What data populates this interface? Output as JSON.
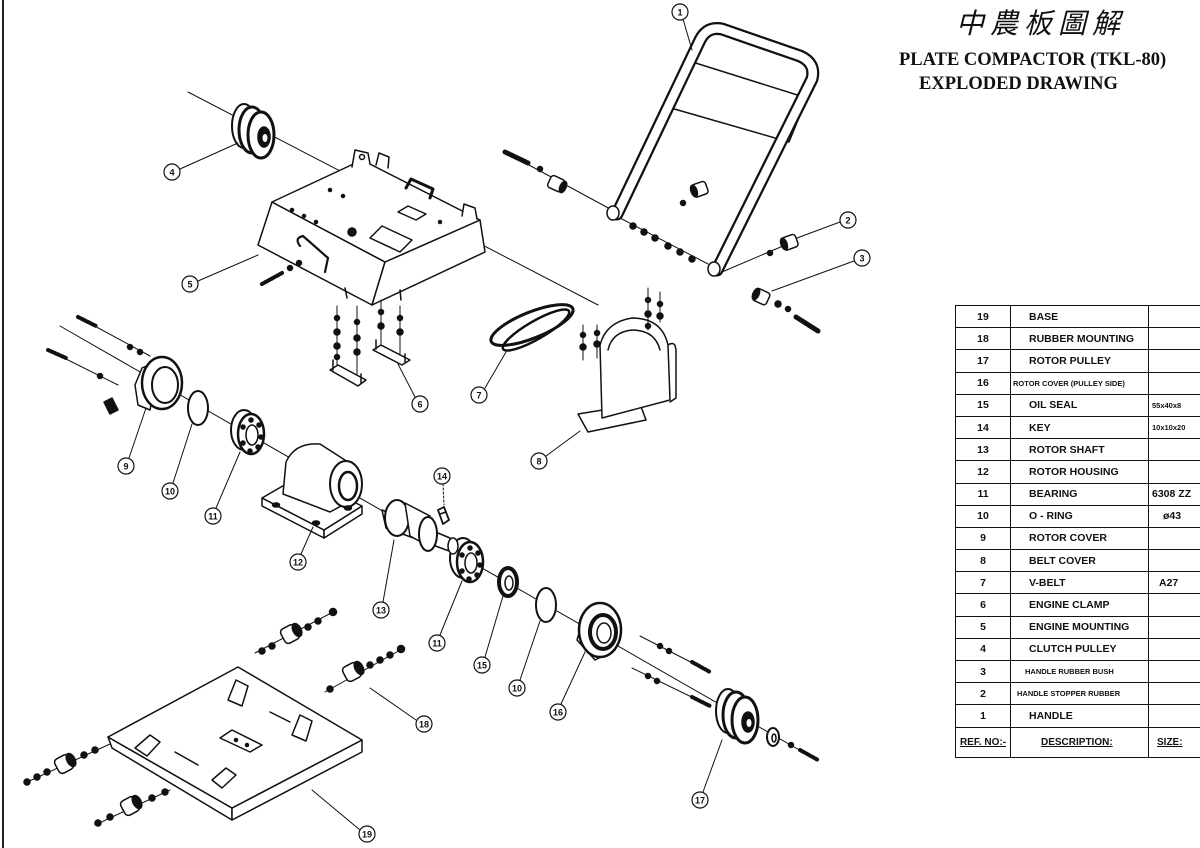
{
  "header": {
    "chinese_title": "中農板圖解",
    "title": "PLATE COMPACTOR (TKL-80)",
    "subtitle": "EXPLODED DRAWING"
  },
  "parts_table": {
    "columns": {
      "ref": "REF. NO:-",
      "description": "DESCRIPTION:",
      "size": "SIZE:"
    },
    "rows": [
      {
        "ref": "19",
        "description": "BASE"
      },
      {
        "ref": "18",
        "description": "RUBBER MOUNTING"
      },
      {
        "ref": "17",
        "description": "ROTOR PULLEY"
      },
      {
        "ref": "16",
        "description": "ROTOR COVER (PULLEY SIDE)"
      },
      {
        "ref": "15",
        "description": "OIL SEAL",
        "size": "55x40x8"
      },
      {
        "ref": "14",
        "description": "KEY",
        "size": "10x10x20"
      },
      {
        "ref": "13",
        "description": "ROTOR SHAFT"
      },
      {
        "ref": "12",
        "description": "ROTOR HOUSING"
      },
      {
        "ref": "11",
        "description": "BEARING",
        "size": "6308 ZZ"
      },
      {
        "ref": "10",
        "description": "O - RING",
        "size": "ø43"
      },
      {
        "ref": "9",
        "description": "ROTOR COVER"
      },
      {
        "ref": "8",
        "description": "BELT COVER"
      },
      {
        "ref": "7",
        "description": "V-BELT",
        "size": "A27"
      },
      {
        "ref": "6",
        "description": "ENGINE CLAMP"
      },
      {
        "ref": "5",
        "description": "ENGINE MOUNTING"
      },
      {
        "ref": "4",
        "description": "CLUTCH PULLEY"
      },
      {
        "ref": "3",
        "description": "HANDLE RUBBER BUSH"
      },
      {
        "ref": "2",
        "description": "HANDLE STOPPER RUBBER"
      },
      {
        "ref": "1",
        "description": "HANDLE"
      }
    ]
  },
  "callouts": [
    "1",
    "2",
    "3",
    "4",
    "5",
    "6",
    "7",
    "8",
    "9",
    "10",
    "11",
    "12",
    "13",
    "14",
    "11",
    "15",
    "10",
    "16",
    "18",
    "17",
    "19"
  ]
}
